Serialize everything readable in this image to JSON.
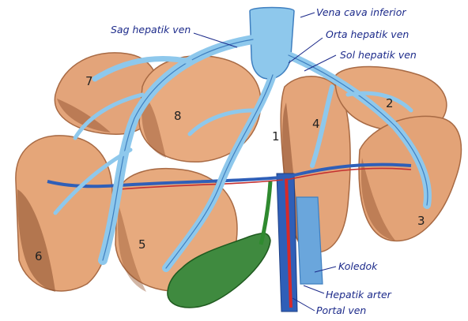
{
  "labels": {
    "vena_cava_inferior": "Vena cava inferior",
    "sag_hepatik_ven": "Sag hepatik ven",
    "orta_hepatik_ven": "Orta hepatik ven",
    "sol_hepatik_ven": "Sol hepatik ven",
    "koledok": "Koledok",
    "hepatik_arter": "Hepatik arter",
    "portal_ven": "Portal ven"
  },
  "segments": {
    "s1": "1",
    "s2": "2",
    "s3": "3",
    "s4": "4",
    "s5": "5",
    "s6": "6",
    "s7": "7",
    "s8": "8"
  },
  "colors": {
    "parenchyma": "#e3a47a",
    "parenchyma_shadow": "#9a5a36",
    "hepatic_vein": "#8ec8ec",
    "vein_outline": "#3f7fc0",
    "portal_vein": "#2f5fb8",
    "hepatic_artery": "#d62a2a",
    "bile_duct": "#2f8a2f",
    "gallbladder": "#3f8a3f",
    "label_ink": "#1c2a8a"
  }
}
